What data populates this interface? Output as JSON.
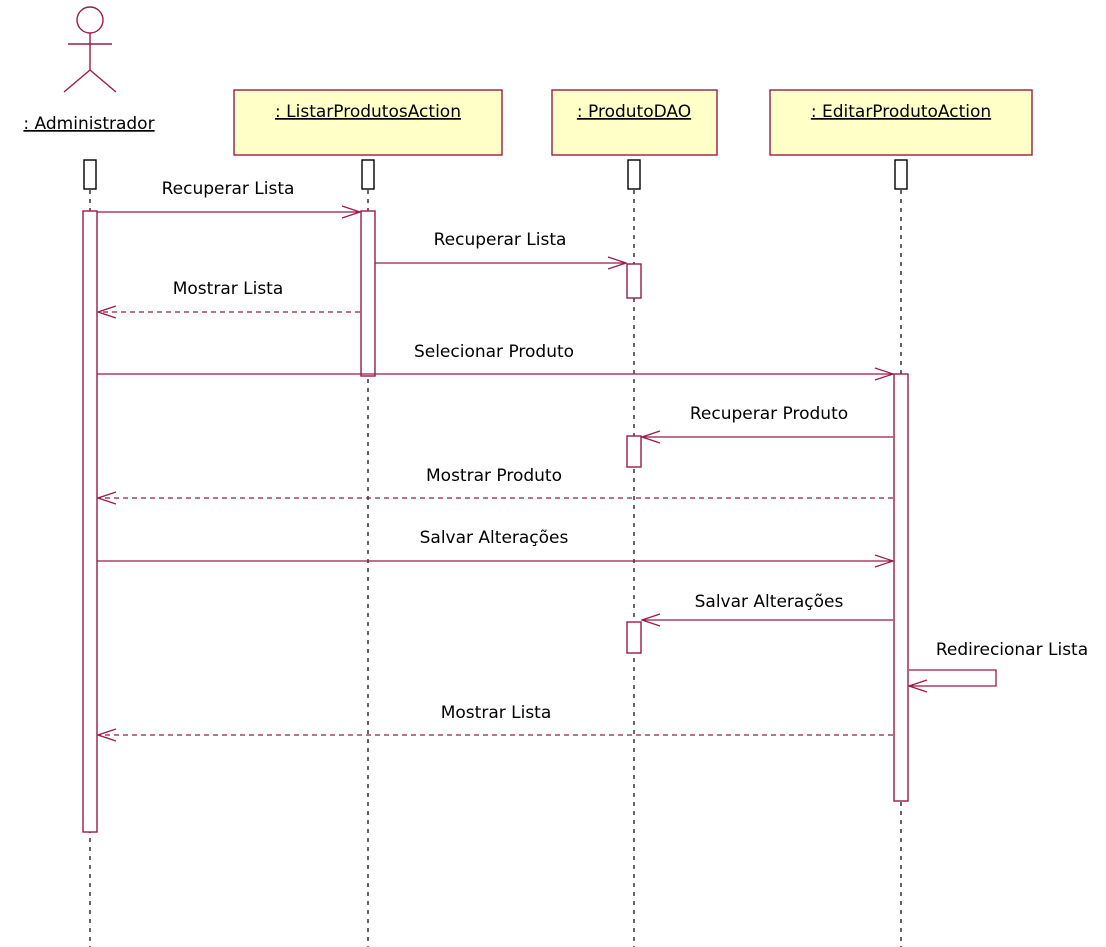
{
  "colors": {
    "line": "#9b1b48",
    "lifeline": "#000000",
    "object_fill": "#ffffc8",
    "background": "#ffffff"
  },
  "actor": {
    "label": ": Administrador",
    "icon": "stick-figure-icon"
  },
  "objects": [
    {
      "id": "listar",
      "label": ": ListarProdutosAction"
    },
    {
      "id": "dao",
      "label": ": ProdutoDAO"
    },
    {
      "id": "editar",
      "label": ": EditarProdutoAction"
    }
  ],
  "messages": [
    {
      "from": "admin",
      "to": "listar",
      "label": "Recuperar Lista",
      "kind": "call"
    },
    {
      "from": "listar",
      "to": "dao",
      "label": "Recuperar Lista",
      "kind": "call"
    },
    {
      "from": "listar",
      "to": "admin",
      "label": "Mostrar Lista",
      "kind": "return"
    },
    {
      "from": "admin",
      "to": "editar",
      "label": "Selecionar Produto",
      "kind": "call"
    },
    {
      "from": "editar",
      "to": "dao",
      "label": "Recuperar Produto",
      "kind": "call"
    },
    {
      "from": "editar",
      "to": "admin",
      "label": "Mostrar Produto",
      "kind": "return"
    },
    {
      "from": "admin",
      "to": "editar",
      "label": "Salvar Alterações",
      "kind": "call"
    },
    {
      "from": "editar",
      "to": "dao",
      "label": "Salvar Alterações",
      "kind": "call"
    },
    {
      "from": "editar",
      "to": "editar",
      "label": "Redirecionar Lista",
      "kind": "self"
    },
    {
      "from": "editar",
      "to": "admin",
      "label": "Mostrar Lista",
      "kind": "return"
    }
  ]
}
